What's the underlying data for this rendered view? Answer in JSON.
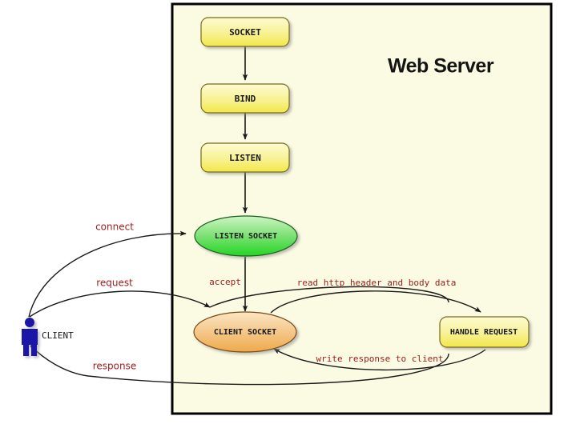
{
  "diagram": {
    "title": "Web Server",
    "container": {
      "label": "web-server-boundary",
      "fill": "#fbfbe3",
      "border": "#000000"
    },
    "nodes": [
      {
        "id": "socket",
        "label": "SOCKET",
        "shape": "rounded-rect",
        "color": "#f2e96a"
      },
      {
        "id": "bind",
        "label": "BIND",
        "shape": "rounded-rect",
        "color": "#f2e96a"
      },
      {
        "id": "listen",
        "label": "LISTEN",
        "shape": "rounded-rect",
        "color": "#f2e96a"
      },
      {
        "id": "listen_socket",
        "label": "LISTEN SOCKET",
        "shape": "ellipse",
        "color": "#57d957"
      },
      {
        "id": "client_socket",
        "label": "CLIENT SOCKET",
        "shape": "ellipse",
        "color": "#f0b564"
      },
      {
        "id": "handle_request",
        "label": "HANDLE REQUEST",
        "shape": "rounded-rect",
        "color": "#f2e96a"
      }
    ],
    "actor": {
      "id": "client",
      "label": "CLIENT",
      "color": "#1a16a8"
    },
    "edges": [
      {
        "id": "socket-bind",
        "label": "",
        "from": "socket",
        "to": "bind"
      },
      {
        "id": "bind-listen",
        "label": "",
        "from": "bind",
        "to": "listen"
      },
      {
        "id": "listen-listensocket",
        "label": "",
        "from": "listen",
        "to": "listen_socket"
      },
      {
        "id": "connect",
        "label": "connect",
        "from": "client",
        "to": "listen_socket"
      },
      {
        "id": "accept",
        "label": "accept",
        "from": "listen_socket",
        "to": "client_socket"
      },
      {
        "id": "request",
        "label": "request",
        "from": "client",
        "to": "client_socket"
      },
      {
        "id": "read-http",
        "label": "read http header and body data",
        "from": "client_socket",
        "to": "handle_request"
      },
      {
        "id": "write-response",
        "label": "write response to client",
        "from": "handle_request",
        "to": "client_socket"
      },
      {
        "id": "response",
        "label": "response",
        "from": "client_socket",
        "to": "client"
      }
    ],
    "colors": {
      "edge_label": "#9e1b1b",
      "line": "#1a1a1a",
      "node_yellow": "#f2e96a",
      "node_green": "#57d957",
      "node_orange": "#f0b564",
      "actor_blue": "#1a16a8",
      "panel_bg": "#fbfbe3"
    }
  }
}
